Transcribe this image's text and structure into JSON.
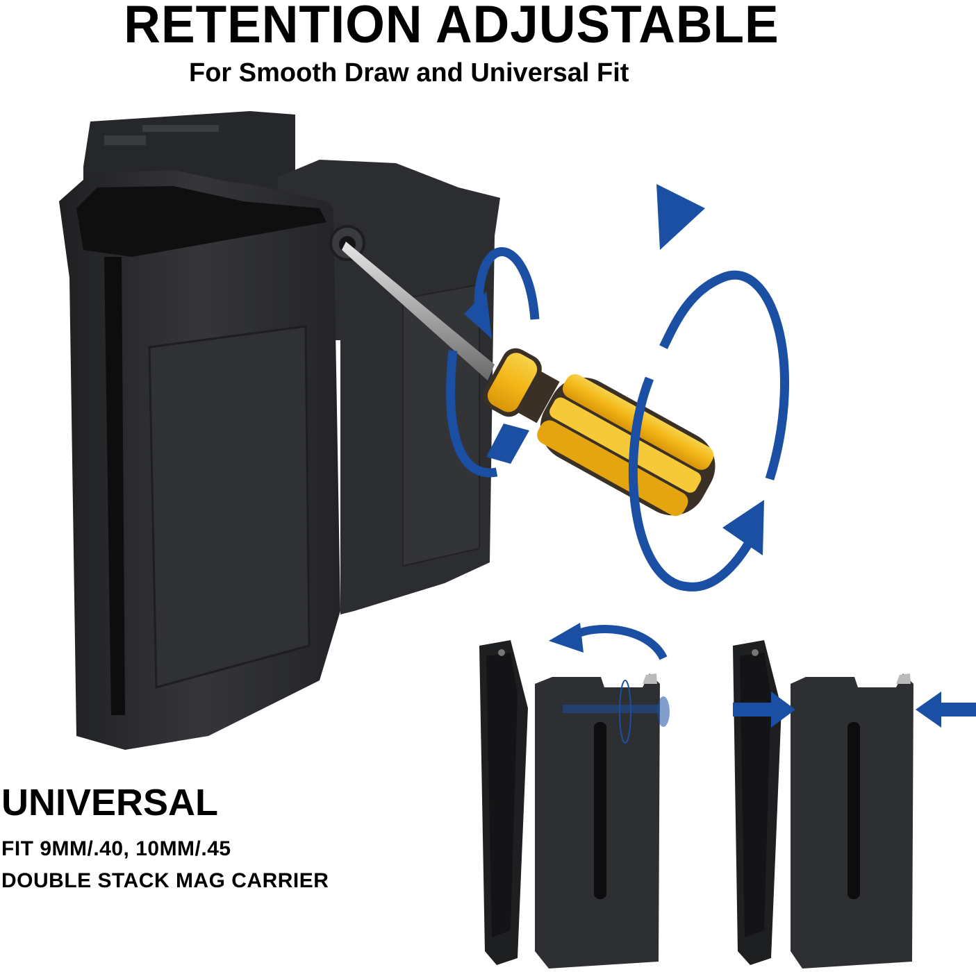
{
  "header": {
    "title": "RETENTION ADJUSTABLE",
    "subtitle": "For Smooth Draw and Universal Fit"
  },
  "feature": {
    "heading": "UNIVERSAL",
    "lines": [
      "FIT 9MM/.40, 10MM/.45",
      "DOUBLE STACK MAG CARRIER"
    ]
  },
  "illustrations": {
    "main_product": "double-mag-carrier-with-screwdriver",
    "side_view_left": "carrier-side-view-rotate-screw",
    "side_view_right": "carrier-side-view-compress"
  },
  "colors": {
    "background": "#ffffff",
    "text": "#000000",
    "arrow_blue": "#1b4fa3",
    "carrier_black": "#2b2c2e",
    "screwdriver_yellow": "#f3b617"
  }
}
